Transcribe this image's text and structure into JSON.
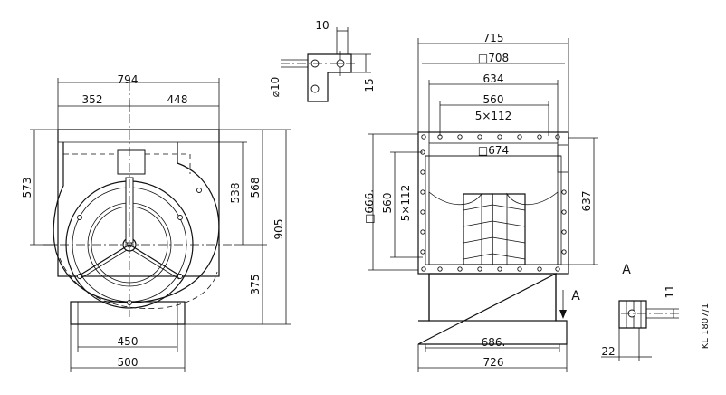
{
  "front_view": {
    "dim_total_width": "794",
    "dim_left": "352",
    "dim_right": "448",
    "dim_height_left": "573",
    "dim_inner": "538",
    "dim_outlet": "568",
    "dim_total_height": "905",
    "dim_lower": "375",
    "dim_base_inner": "450",
    "dim_base_outer": "500"
  },
  "detail_top": {
    "dim_slot_width": "10",
    "dim_hole": "⌀10",
    "dim_offset": "15"
  },
  "side_view": {
    "dim_flange_outer": "715",
    "dim_flange_square": "□708",
    "dim_hole_span": "634",
    "dim_pitch_span": "560",
    "dim_pitch": "5×112",
    "dim_inner_square": "□674",
    "dim_height_square": "□666.",
    "dim_vertical_span": "560",
    "dim_vertical_pitch": "5×112",
    "dim_height": "637",
    "dim_base_inner": "686.",
    "dim_base_outer": "726",
    "view_arrow_label": "A"
  },
  "detail_a": {
    "title": "A",
    "dim_slot": "11",
    "dim_length": "22"
  },
  "drawing_ref": "KL 1807/1"
}
